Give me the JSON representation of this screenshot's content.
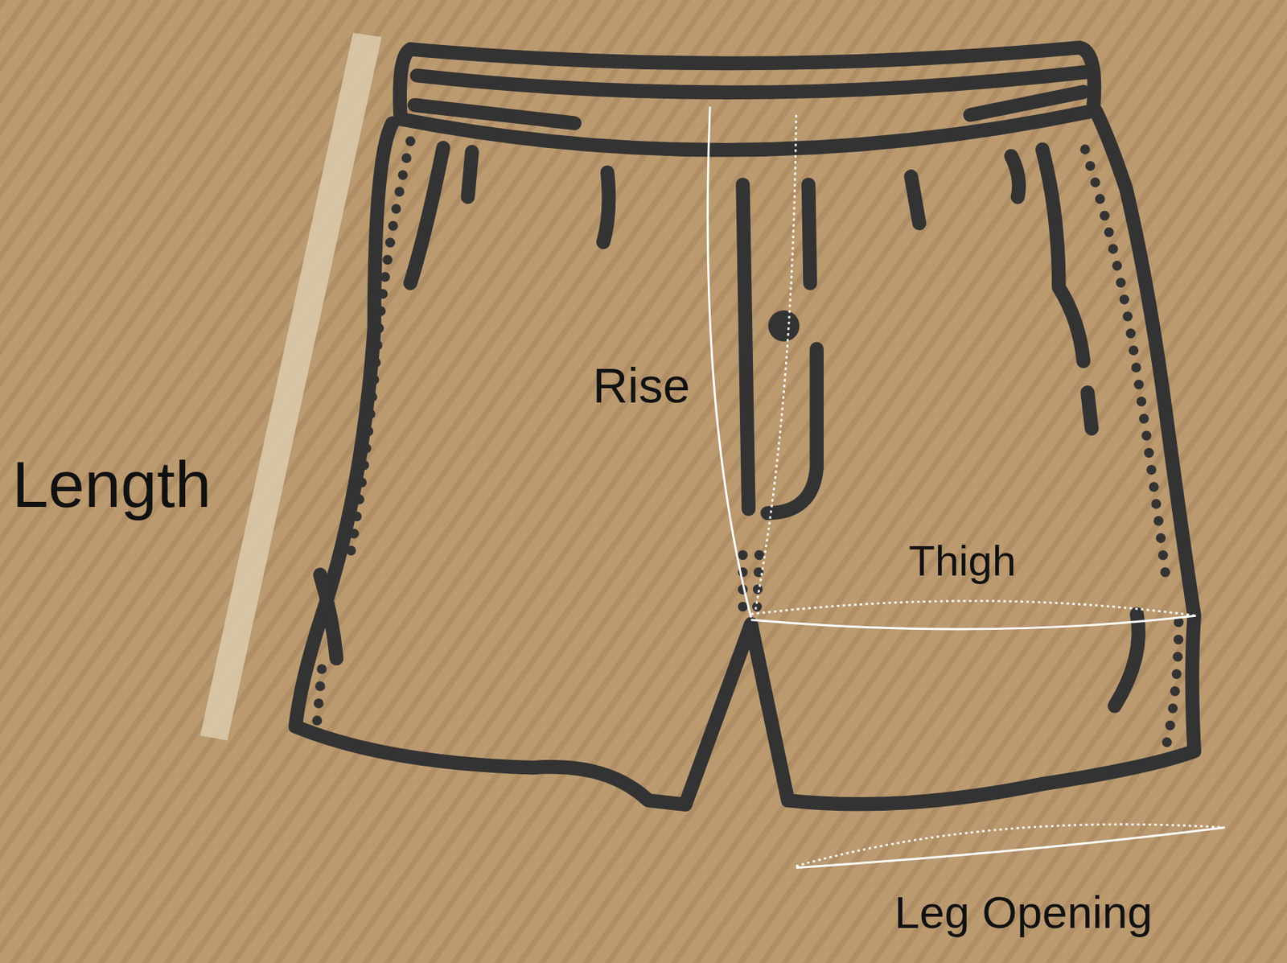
{
  "diagram": {
    "labels": [
      "Length",
      "Rise",
      "Thigh",
      "Leg Opening"
    ]
  }
}
